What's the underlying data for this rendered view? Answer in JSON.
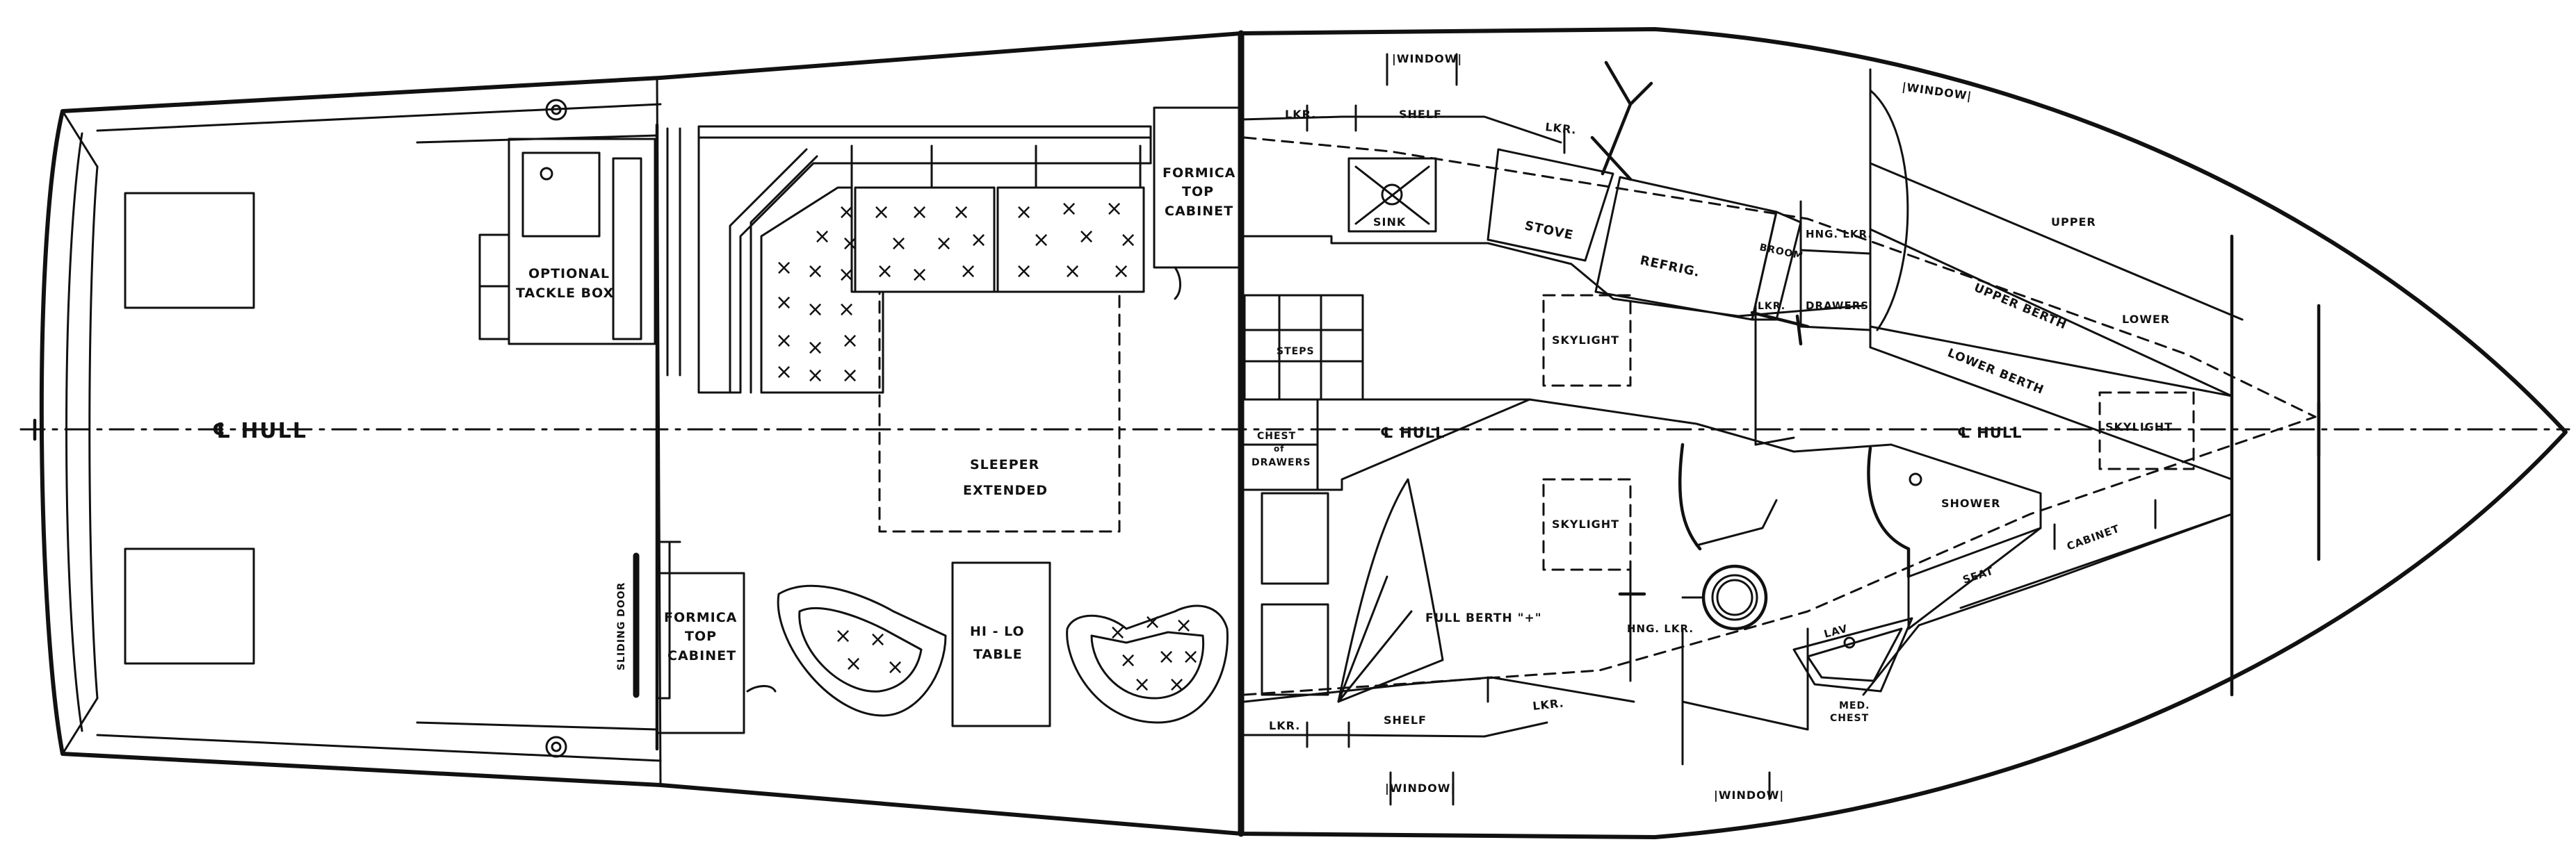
{
  "labels": {
    "hull_aft": "℄ HULL",
    "hull_mid": "℄ HULL",
    "hull_fwd": "℄ HULL",
    "optional_tackle_box_1": "OPTIONAL",
    "optional_tackle_box_2": "TACKLE BOX",
    "formica_top_cabinet_upper_1": "FORMICA",
    "formica_top_cabinet_upper_2": "TOP",
    "formica_top_cabinet_upper_3": "CABINET",
    "formica_top_cabinet_lower_1": "FORMICA",
    "formica_top_cabinet_lower_2": "TOP",
    "formica_top_cabinet_lower_3": "CABINET",
    "sliding_door": "SLIDING DOOR",
    "sleeper_extended_1": "SLEEPER",
    "sleeper_extended_2": "EXTENDED",
    "hi_lo_table_1": "HI - LO",
    "hi_lo_table_2": "TABLE",
    "window_top_left": "|WINDOW|",
    "window_top_right": "|WINDOW|",
    "window_bottom_left": "|WINDOW|",
    "window_bottom_right": "|WINDOW|",
    "lkr_top_1": "LKR.",
    "shelf_top": "SHELF",
    "lkr_top_2": "LKR.",
    "sink": "SINK",
    "stove": "STOVE",
    "refrig": "REFRIG.",
    "broom_lkr_1": "BROOM",
    "broom_lkr_2": "LKR.",
    "hng_lkr_top": "HNG. LKR.",
    "drawers": "DRAWERS",
    "upper": "UPPER",
    "lower": "LOWER",
    "upper_berth": "UPPER BERTH",
    "lower_berth": "LOWER BERTH",
    "skylight_1": "SKYLIGHT",
    "skylight_2": "SKYLIGHT",
    "skylight_3": "SKYLIGHT",
    "steps": "STEPS",
    "chest_of_drawers_1": "CHEST",
    "chest_of_drawers_2": "of",
    "chest_of_drawers_3": "DRAWERS",
    "full_berth": "FULL BERTH \"+\"",
    "hng_lkr_bottom": "HNG. LKR.",
    "shower": "SHOWER",
    "seat": "SEAT",
    "cabinet_bow": "CABINET",
    "lav": "LAV",
    "med_chest_1": "MED.",
    "med_chest_2": "CHEST",
    "lkr_bottom_1": "LKR.",
    "shelf_bottom": "SHELF",
    "lkr_bottom_2": "LKR."
  }
}
